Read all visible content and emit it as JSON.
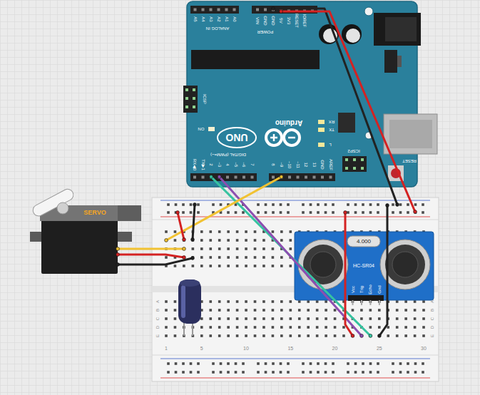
{
  "diagram": {
    "nodes": [
      {
        "text": [
          "UNO",
          "Arduino"
        ]
      },
      {
        "text": [
          "SERVO"
        ]
      },
      {
        "text": [
          "HC-SR04"
        ]
      }
    ],
    "labels": [
      "ANALOG IN",
      "A5",
      "A4",
      "A3",
      "A2",
      "A1",
      "A0",
      "POWER",
      "VIN",
      "GND",
      "GND",
      "5V",
      "3V3",
      "RESET",
      "IOREF",
      "ICSP",
      "ON",
      "TX",
      "RX",
      "L",
      "ICSP2",
      "DIGITAL (PWM=~)",
      "RX◀0",
      "TX▶1",
      "2",
      "~3",
      "4",
      "~5",
      "~6",
      "7",
      "8",
      "~9",
      "~10",
      "~11",
      "12",
      "13",
      "GND",
      "AREF",
      "RESET",
      "4.000",
      "Vcc",
      "Trig",
      "Echo",
      "Gnd",
      "A",
      "B",
      "C",
      "D",
      "E",
      "A",
      "B",
      "C",
      "D",
      "E",
      "1",
      "5",
      "10",
      "15",
      "20",
      "25",
      "30"
    ]
  }
}
